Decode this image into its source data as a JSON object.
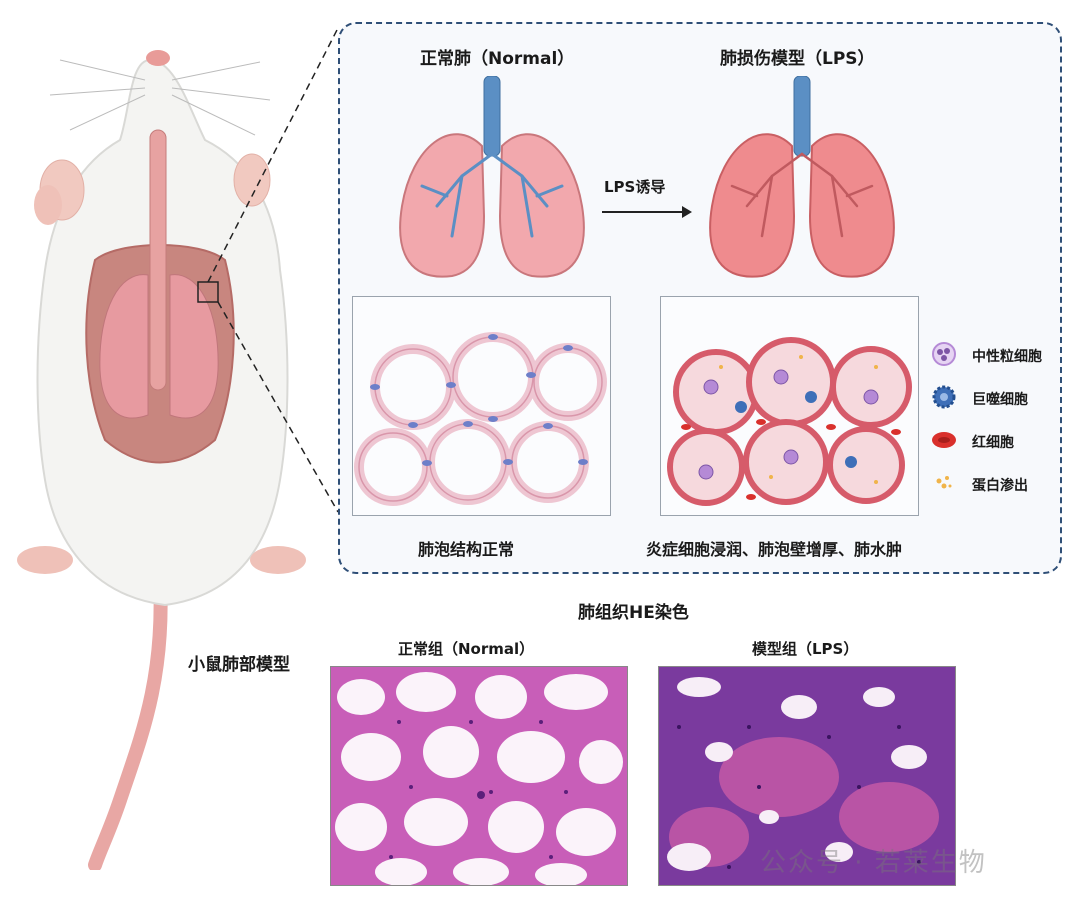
{
  "mouse_label": "小鼠肺部模型",
  "panel": {
    "normal_title": "正常肺（Normal）",
    "lps_title": "肺损伤模型（LPS）",
    "arrow_label": "LPS诱导",
    "normal_caption": "肺泡结构正常",
    "lps_caption": "炎症细胞浸润、肺泡壁增厚、肺水肿"
  },
  "legend": [
    {
      "label": "中性粒细胞",
      "icon": "neutrophil-icon",
      "color": "#b58ad6"
    },
    {
      "label": "巨噬细胞",
      "icon": "macrophage-icon",
      "color": "#3e6fb8"
    },
    {
      "label": "红细胞",
      "icon": "red-blood-cell-icon",
      "color": "#d9302c"
    },
    {
      "label": "蛋白渗出",
      "icon": "protein-exudate-icon",
      "color": "#f0b44a"
    }
  ],
  "he": {
    "title": "肺组织HE染色",
    "normal_label": "正常组（Normal）",
    "lps_label": "模型组（LPS）"
  },
  "watermark": "公众号 · 若莱生物",
  "colors": {
    "panel_border": "#2f4f77",
    "lung_normal": "#f2a8ad",
    "lung_lps": "#ef8b8e",
    "trachea": "#5b8fc4",
    "he_background": "#f4dff2",
    "he_stain": "#b2479f"
  }
}
